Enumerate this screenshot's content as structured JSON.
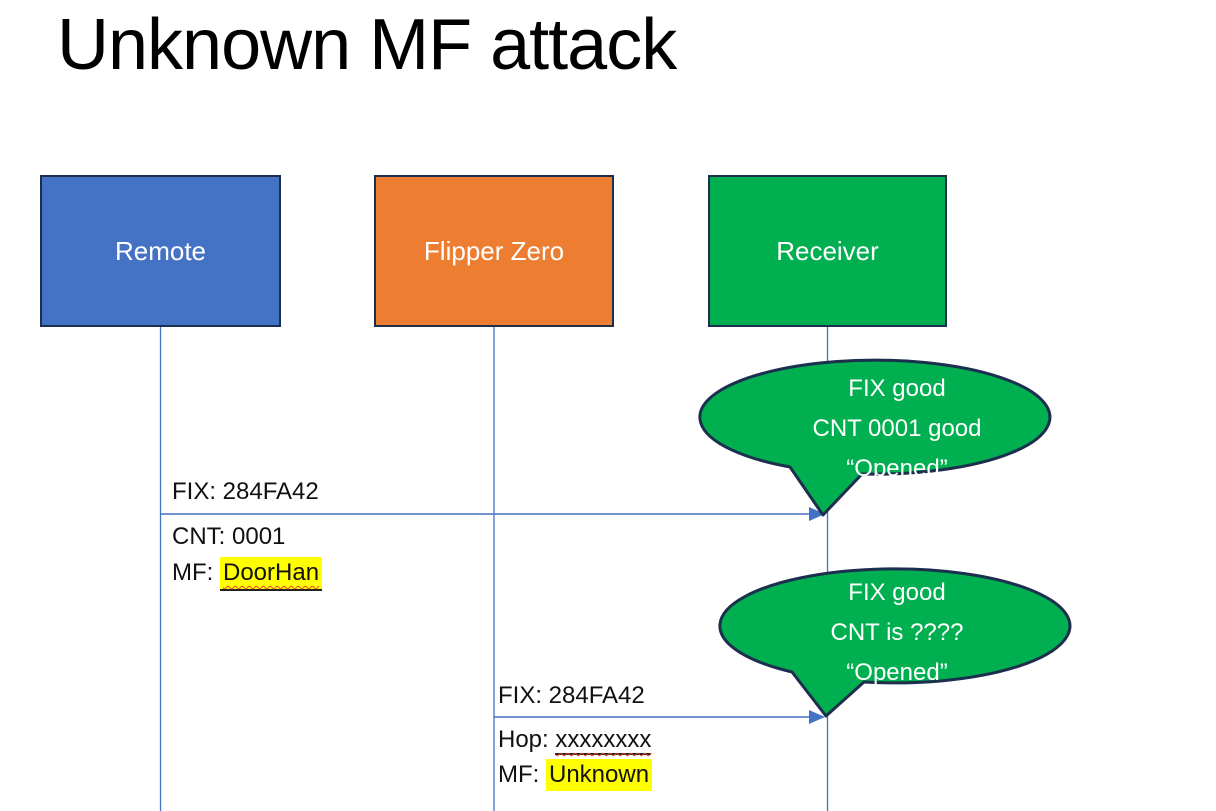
{
  "title": "Unknown MF attack",
  "palette": {
    "actor_blue": "#4472C4",
    "actor_orange": "#ED7D31",
    "actor_green": "#00B050",
    "outline_navy": "#1C2F4E",
    "connector_blue": "#4472C4",
    "highlight_yellow": "#FFFF00",
    "squiggle_red": "#E8442E",
    "text_white": "#FFFFFF",
    "text_black": "#0B0B0B"
  },
  "actors": [
    {
      "label": "Remote"
    },
    {
      "label": "Flipper Zero"
    },
    {
      "label": "Receiver"
    }
  ],
  "messages": [
    {
      "line1": "FIX: 284FA42",
      "line2": "CNT: 0001",
      "line3_prefix": "MF: ",
      "line3_value": "DoorHan"
    },
    {
      "line1": "FIX: 284FA42",
      "line2_prefix": "Hop: ",
      "line2_value": "xxxxxxxx",
      "line3_prefix": "MF: ",
      "line3_value": "Unknown"
    }
  ],
  "callouts": [
    {
      "line1": "FIX good",
      "line2": "CNT 0001 good",
      "line3": "“Opened”"
    },
    {
      "line1": "FIX good",
      "line2": "CNT is ????",
      "line3": "“Opened”"
    }
  ]
}
